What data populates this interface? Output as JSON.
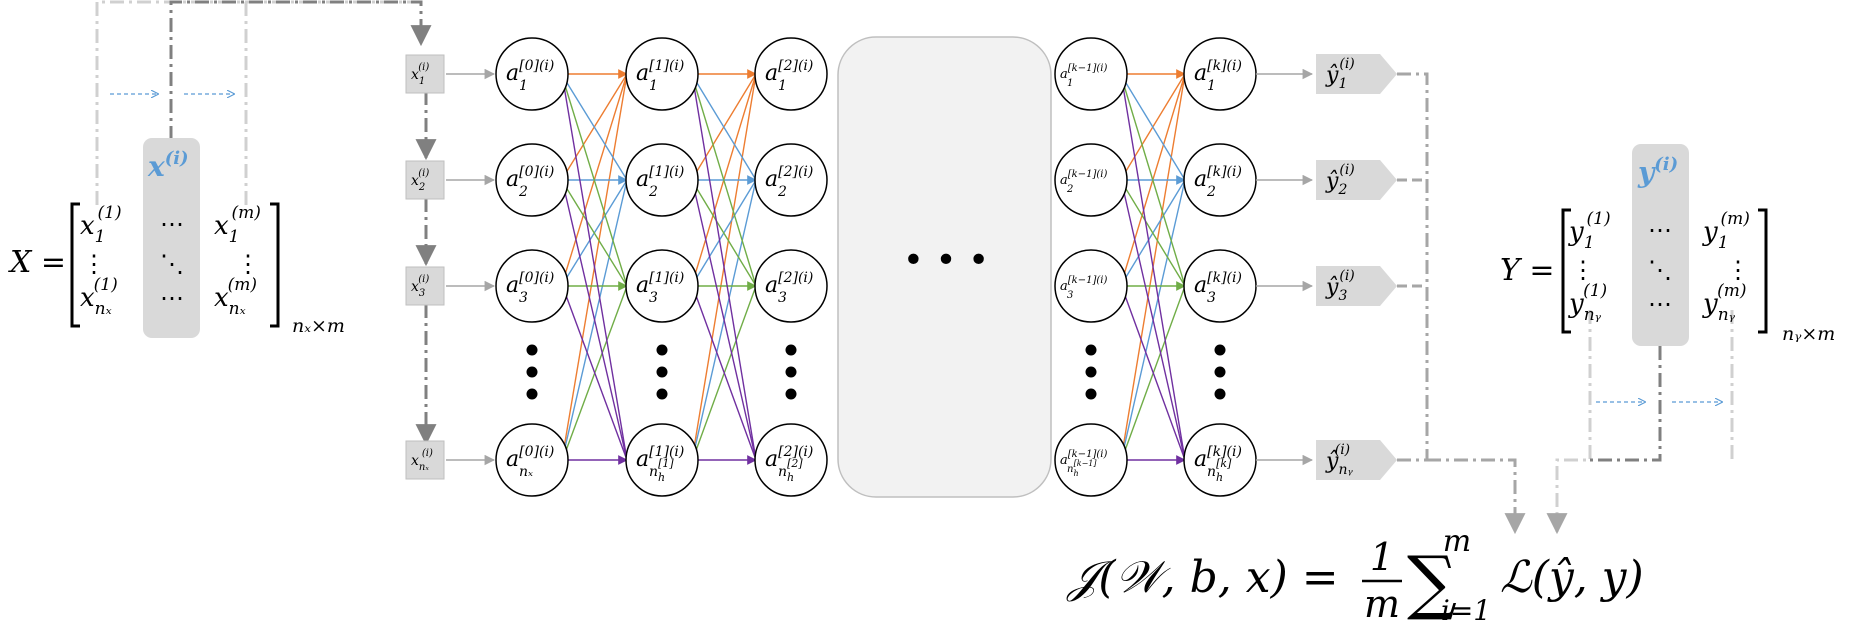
{
  "colors": {
    "orange": "#ED7D31",
    "blue": "#5B9BD5",
    "green": "#70AD47",
    "purple": "#7030A0",
    "gray_box": "#D9D9D9",
    "gray_arrow": "#A6A6A6",
    "dash_gray": "#BFBFBF",
    "dark_gray": "#808080"
  },
  "X_matrix": {
    "lhs": "X =",
    "column_label": "x",
    "column_label_sup": "(i)",
    "cells": {
      "r1c1": "x",
      "r1c1_sub": "1",
      "r1c1_sup": "(1)",
      "r1c2": "⋯",
      "r1c3": "x",
      "r1c3_sub": "1",
      "r1c3_sup": "(m)",
      "r2c1": "⋮",
      "r2c2": "⋱",
      "r2c3": "⋮",
      "r3c1": "x",
      "r3c1_sub": "nₓ",
      "r3c1_sup": "(1)",
      "r3c2": "⋯",
      "r3c3": "x",
      "r3c3_sub": "nₓ",
      "r3c3_sup": "(m)"
    },
    "dims": "nₓ×m"
  },
  "Y_matrix": {
    "lhs": "Y =",
    "column_label": "y",
    "column_label_sup": "(i)",
    "cells": {
      "r1c1": "y",
      "r1c1_sub": "1",
      "r1c1_sup": "(1)",
      "r1c2": "⋯",
      "r1c3": "y",
      "r1c3_sub": "1",
      "r1c3_sup": "(m)",
      "r2c1": "⋮",
      "r2c2": "⋱",
      "r2c3": "⋮",
      "r3c1": "y",
      "r3c1_sub": "nᵧ",
      "r3c1_sup": "(1)",
      "r3c2": "⋯",
      "r3c3": "y",
      "r3c3_sub": "nᵧ",
      "r3c3_sup": "(m)"
    },
    "dims": "nᵧ×m"
  },
  "inputs": [
    {
      "base": "x",
      "sub": "1",
      "sup": "(i)"
    },
    {
      "base": "x",
      "sub": "2",
      "sup": "(i)"
    },
    {
      "base": "x",
      "sub": "3",
      "sup": "(i)"
    },
    {
      "base": "x",
      "sub": "nₓ",
      "sup": "(i)"
    }
  ],
  "layers": [
    {
      "nodes": [
        {
          "base": "a",
          "sup": "[0](i)",
          "sub": "1"
        },
        {
          "base": "a",
          "sup": "[0](i)",
          "sub": "2"
        },
        {
          "base": "a",
          "sup": "[0](i)",
          "sub": "3"
        },
        {
          "base": "a",
          "sup": "[0](i)",
          "sub": "nₓ"
        }
      ]
    },
    {
      "nodes": [
        {
          "base": "a",
          "sup": "[1](i)",
          "sub": "1"
        },
        {
          "base": "a",
          "sup": "[1](i)",
          "sub": "2"
        },
        {
          "base": "a",
          "sup": "[1](i)",
          "sub": "3"
        },
        {
          "base": "a",
          "sup": "[1](i)",
          "sub": "n",
          "sub2": "h",
          "sub2sup": "[1]"
        }
      ]
    },
    {
      "nodes": [
        {
          "base": "a",
          "sup": "[2](i)",
          "sub": "1"
        },
        {
          "base": "a",
          "sup": "[2](i)",
          "sub": "2"
        },
        {
          "base": "a",
          "sup": "[2](i)",
          "sub": "3"
        },
        {
          "base": "a",
          "sup": "[2](i)",
          "sub": "n",
          "sub2": "h",
          "sub2sup": "[2]"
        }
      ]
    },
    {
      "nodes": [
        {
          "base": "a",
          "sup": "[k−1](i)",
          "sub": "1"
        },
        {
          "base": "a",
          "sup": "[k−1](i)",
          "sub": "2"
        },
        {
          "base": "a",
          "sup": "[k−1](i)",
          "sub": "3"
        },
        {
          "base": "a",
          "sup": "[k−1](i)",
          "sub": "n",
          "sub2": "h",
          "sub2sup": "[k−1]"
        }
      ]
    },
    {
      "nodes": [
        {
          "base": "a",
          "sup": "[k](i)",
          "sub": "1"
        },
        {
          "base": "a",
          "sup": "[k](i)",
          "sub": "2"
        },
        {
          "base": "a",
          "sup": "[k](i)",
          "sub": "3"
        },
        {
          "base": "a",
          "sup": "[k](i)",
          "sub": "n",
          "sub2": "h",
          "sub2sup": "[k]"
        }
      ]
    }
  ],
  "ellipsis_middle": "• • •",
  "outputs": [
    {
      "base": "ŷ",
      "sub": "1",
      "sup": "(i)"
    },
    {
      "base": "ŷ",
      "sub": "2",
      "sup": "(i)"
    },
    {
      "base": "ŷ",
      "sub": "3",
      "sup": "(i)"
    },
    {
      "base": "ŷ",
      "sub": "nᵧ",
      "sup": "(i)"
    }
  ],
  "cost": {
    "lhs": "𝒥(𝒲, b, x) =",
    "frac_num": "1",
    "frac_den": "m",
    "sum": "∑",
    "sum_top": "m",
    "sum_bottom": "i=1",
    "rhs": "ℒ(ŷ, y)"
  }
}
